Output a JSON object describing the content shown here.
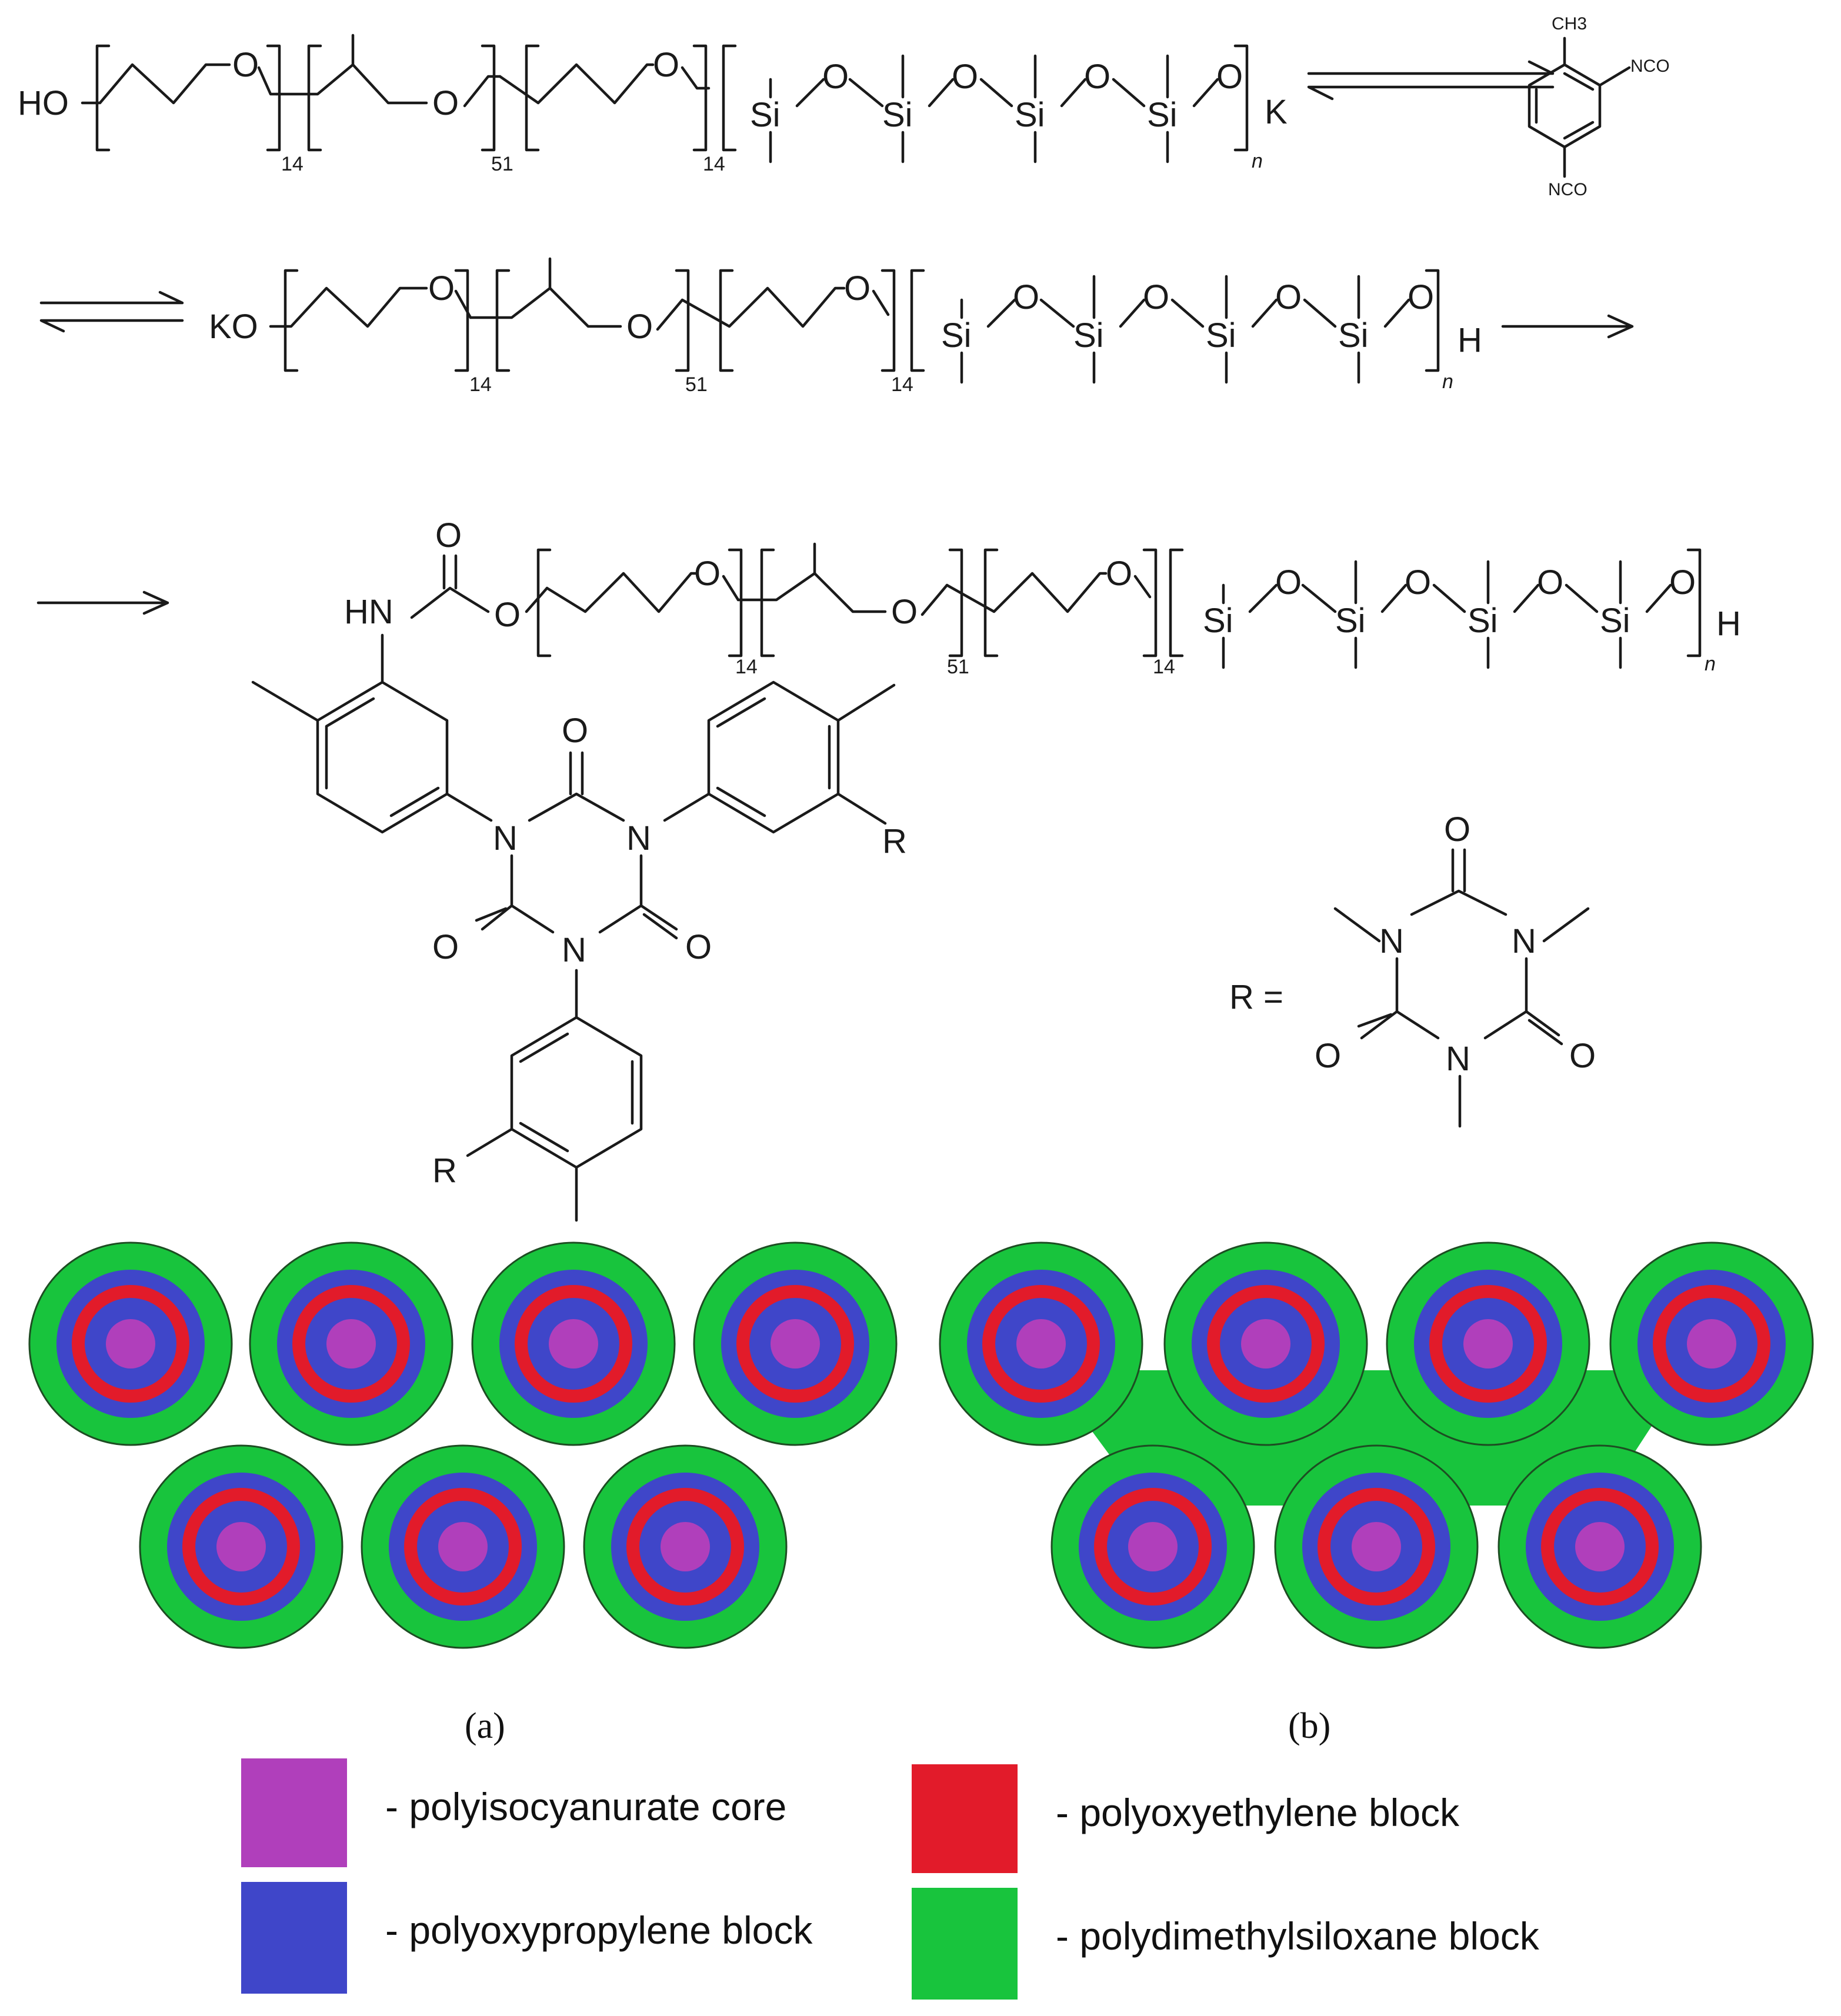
{
  "colors": {
    "core": "#b03fbb",
    "ppo": "#3f46c9",
    "peo": "#e21b2a",
    "pdms": "#18c43d",
    "outline": "#1d4d22"
  },
  "row1": {
    "end_left": "HO",
    "o": "O",
    "si": "Si",
    "sub_14": "14",
    "sub_51": "51",
    "sub_n": "n",
    "end_right": "K"
  },
  "row2": {
    "end_left": "KO",
    "end_right": "H",
    "reagent_ch3": "CH3",
    "reagent_nco": "NCO"
  },
  "row3": {
    "hn": "HN",
    "n_atom": "N",
    "r_group": "R",
    "r_def": "R ="
  },
  "panels": {
    "a": "(a)",
    "b": "(b)"
  },
  "legend": [
    {
      "key": "core",
      "label": "- polyisocyanurate core"
    },
    {
      "key": "peo",
      "label": "- polyoxyethylene block"
    },
    {
      "key": "ppo",
      "label": "- polyoxypropylene block"
    },
    {
      "key": "pdms",
      "label": "- polydimethylsiloxane block"
    }
  ]
}
